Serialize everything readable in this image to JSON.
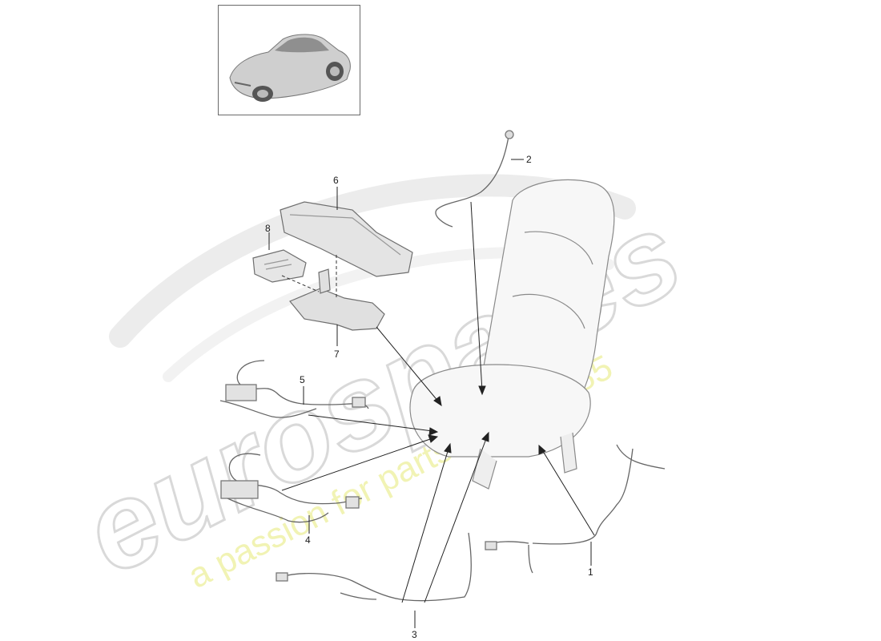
{
  "watermark": {
    "brand": "eurospares",
    "tagline": "a passion for parts since 1985",
    "brand_color": "#d8d8d8",
    "tagline_color": "#eef0a6"
  },
  "thumbnail": {
    "icon": "car-thumbnail-icon"
  },
  "diagram": {
    "parts": [
      {
        "number": "1",
        "icon": "wiring-harness-right-icon"
      },
      {
        "number": "2",
        "icon": "wiring-cable-top-icon"
      },
      {
        "number": "3",
        "icon": "wiring-harness-bottom-icon"
      },
      {
        "number": "4",
        "icon": "wiring-harness-lower-left-icon"
      },
      {
        "number": "5",
        "icon": "wiring-harness-upper-left-icon"
      },
      {
        "number": "6",
        "icon": "seat-cushion-frame-icon"
      },
      {
        "number": "7",
        "icon": "mounting-bracket-icon"
      },
      {
        "number": "8",
        "icon": "control-unit-icon"
      }
    ],
    "seat_icon": "sport-seat-icon"
  }
}
